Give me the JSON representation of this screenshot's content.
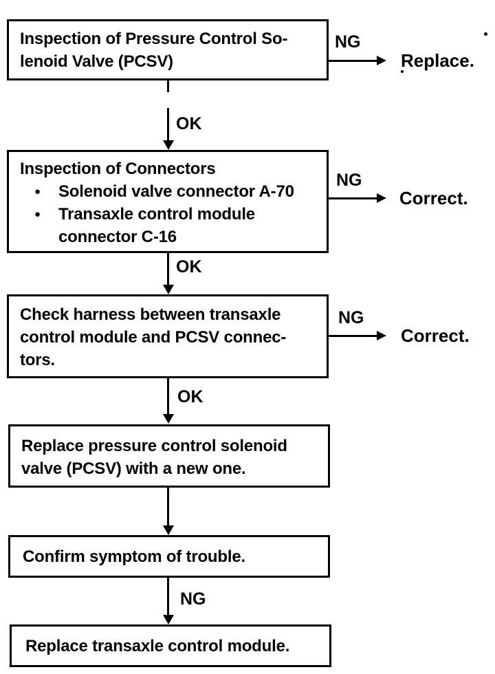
{
  "page": {
    "background": "#ffffff",
    "ink": "#000000"
  },
  "flowchart": {
    "steps": [
      {
        "text": "Inspection of Pressure Control So-\nlenoid Valve (PCSV)"
      },
      {
        "title": "Inspection of Connectors",
        "bullets": [
          {
            "text": "Solenoid valve connector A-70"
          },
          {
            "text": "Transaxle control module\nconnector C-16"
          }
        ]
      },
      {
        "text": "Check harness between transaxle\ncontrol module and PCSV connec-\ntors."
      },
      {
        "text": "Replace pressure control solenoid\nvalve (PCSV) with a new one."
      },
      {
        "text": "Confirm symptom of trouble."
      },
      {
        "text": "Replace transaxle control module."
      }
    ],
    "connectors": [
      {
        "label": "OK"
      },
      {
        "label": "OK"
      },
      {
        "label": "OK"
      },
      {
        "label": ""
      },
      {
        "label": "NG"
      }
    ],
    "branches": [
      {
        "label": "NG",
        "result": "Replace."
      },
      {
        "label": "NG",
        "result": "Correct."
      },
      {
        "label": "NG",
        "result": "Correct."
      }
    ],
    "icons": {
      "bullet": "●"
    }
  }
}
